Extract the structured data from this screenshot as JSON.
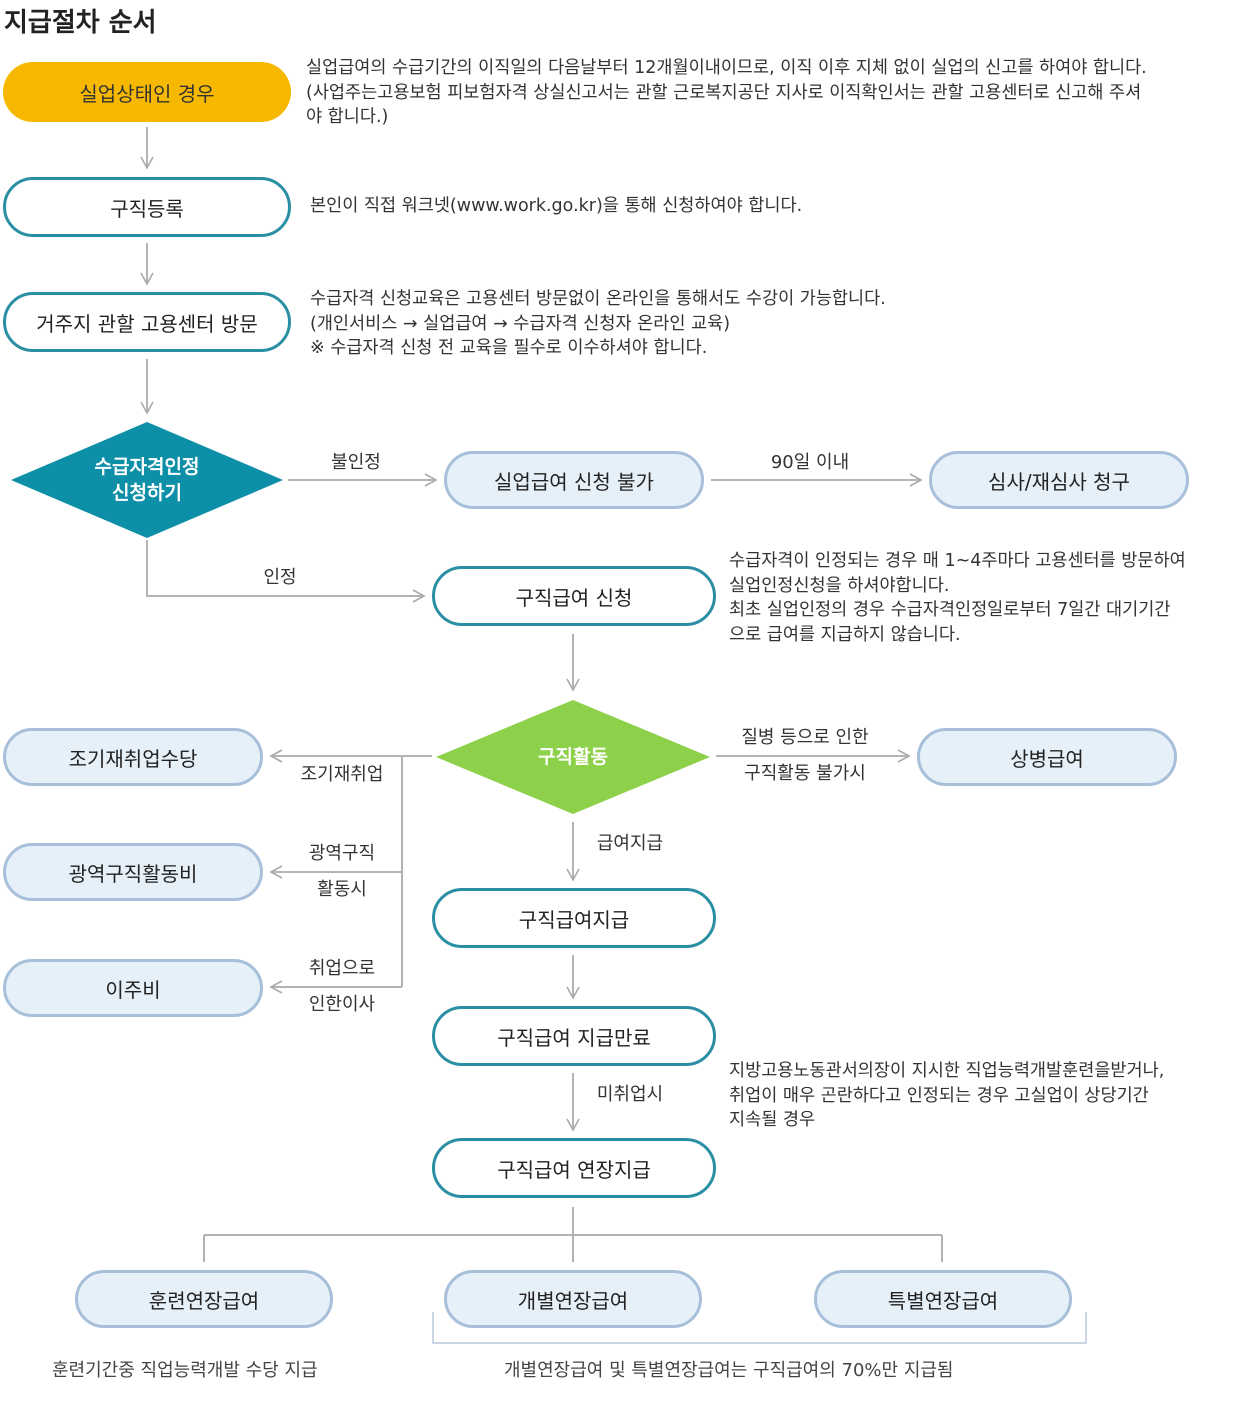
{
  "title": "지급절차 순서",
  "nodes": {
    "unemployed": "실업상태인 경우",
    "job_registration": "구직등록",
    "center_visit": "거주지 관할 고용센터 방문",
    "eligibility": "수급자격인정\n신청하기",
    "not_eligible": "실업급여 신청 불가",
    "review": "심사/재심사 청구",
    "job_benefit_apply": "구직급여 신청",
    "job_seeking": "구직활동",
    "sick_benefit": "상병급여",
    "early_reemployment": "조기재취업수당",
    "wide_area": "광역구직활동비",
    "relocation": "이주비",
    "job_benefit_pay": "구직급여지급",
    "job_benefit_end": "구직급여 지급만료",
    "job_benefit_extend": "구직급여 연장지급",
    "training_ext": "훈련연장급여",
    "individual_ext": "개별연장급여",
    "special_ext": "특별연장급여"
  },
  "descriptions": {
    "unemployed": [
      "실업급여의 수급기간의 이직일의 다음날부터 12개월이내이므로, 이직 이후 지체 없이 실업의 신고를 하여야 합니다.",
      "(사업주는고용보험 피보험자격 상실신고서는 관할 근로복지공단 지사로 이직확인서는 관할 고용센터로 신고해 주셔",
      "야 합니다.)"
    ],
    "job_registration": [
      "본인이 직접 워크넷(www.work.go.kr)을 통해 신청하여야 합니다."
    ],
    "center_visit": [
      "수급자격 신청교육은 고용센터 방문없이 온라인을 통해서도 수강이 가능합니다.",
      "(개인서비스 → 실업급여 → 수급자격 신청자 온라인 교육)",
      "※ 수급자격 신청 전 교육을 필수로 이수하셔야 합니다."
    ],
    "job_benefit_apply": [
      "수급자격이 인정되는 경우 매 1~4주마다 고용센터를 방문하여",
      "실업인정신청을 하셔야합니다.",
      "최초 실업인정의 경우 수급자격인정일로부터 7일간 대기기간",
      "으로 급여를 지급하지 않습니다."
    ],
    "extension": [
      "지방고용노동관서의장이 지시한 직업능력개발훈련을받거나,",
      "취업이 매우 곤란하다고 인정되는 경우 고실업이 상당기간",
      "지속될 경우"
    ]
  },
  "edge_labels": {
    "not_recognized": "불인정",
    "within_90": "90일 이내",
    "recognized": "인정",
    "sick": "질병 등으로 인한\n구직활동 불가시",
    "early": "조기재취업",
    "wide": "광역구직\n활동시",
    "relocate": "취업으로\n인한이사",
    "pay": "급여지급",
    "unemployed_after": "미취업시"
  },
  "notes": {
    "training": "훈련기간중 직업능력개발 수당 지급",
    "individual_special": "개별연장급여 및 특별연장급여는 구직급여의 70%만 지급됨"
  },
  "colors": {
    "yellow": "#f6b900",
    "teal_border": "#2a8fa3",
    "teal_diamond": "#0d8fa8",
    "green_diamond": "#8dd04a",
    "blue_fill": "#e6f0f8",
    "blue_border": "#a7bfd8",
    "arrow": "#aaaaaa"
  }
}
